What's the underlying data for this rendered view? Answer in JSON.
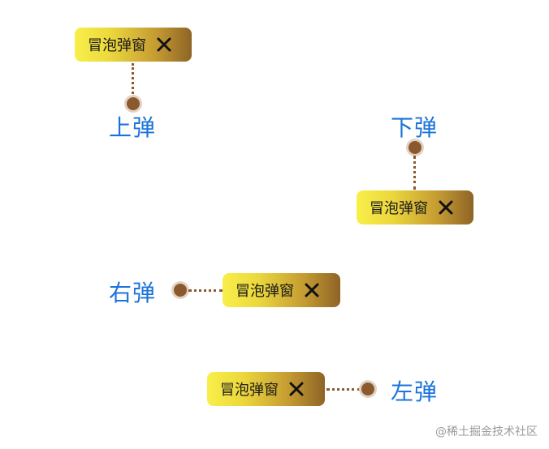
{
  "bubble_text": "冒泡弹窗",
  "labels": {
    "top": "上弹",
    "bottom": "下弹",
    "right": "右弹",
    "left": "左弹"
  },
  "watermark": "@稀土掘金技术社区",
  "icons": [
    "close-icon",
    "anchor-dot"
  ],
  "colors": {
    "label": "#1b73d9",
    "gradient_start": "#f8ef4a",
    "gradient_end": "#8e6426",
    "dot": "#8a5a2e",
    "dot_ring": "#e2d2c4"
  }
}
